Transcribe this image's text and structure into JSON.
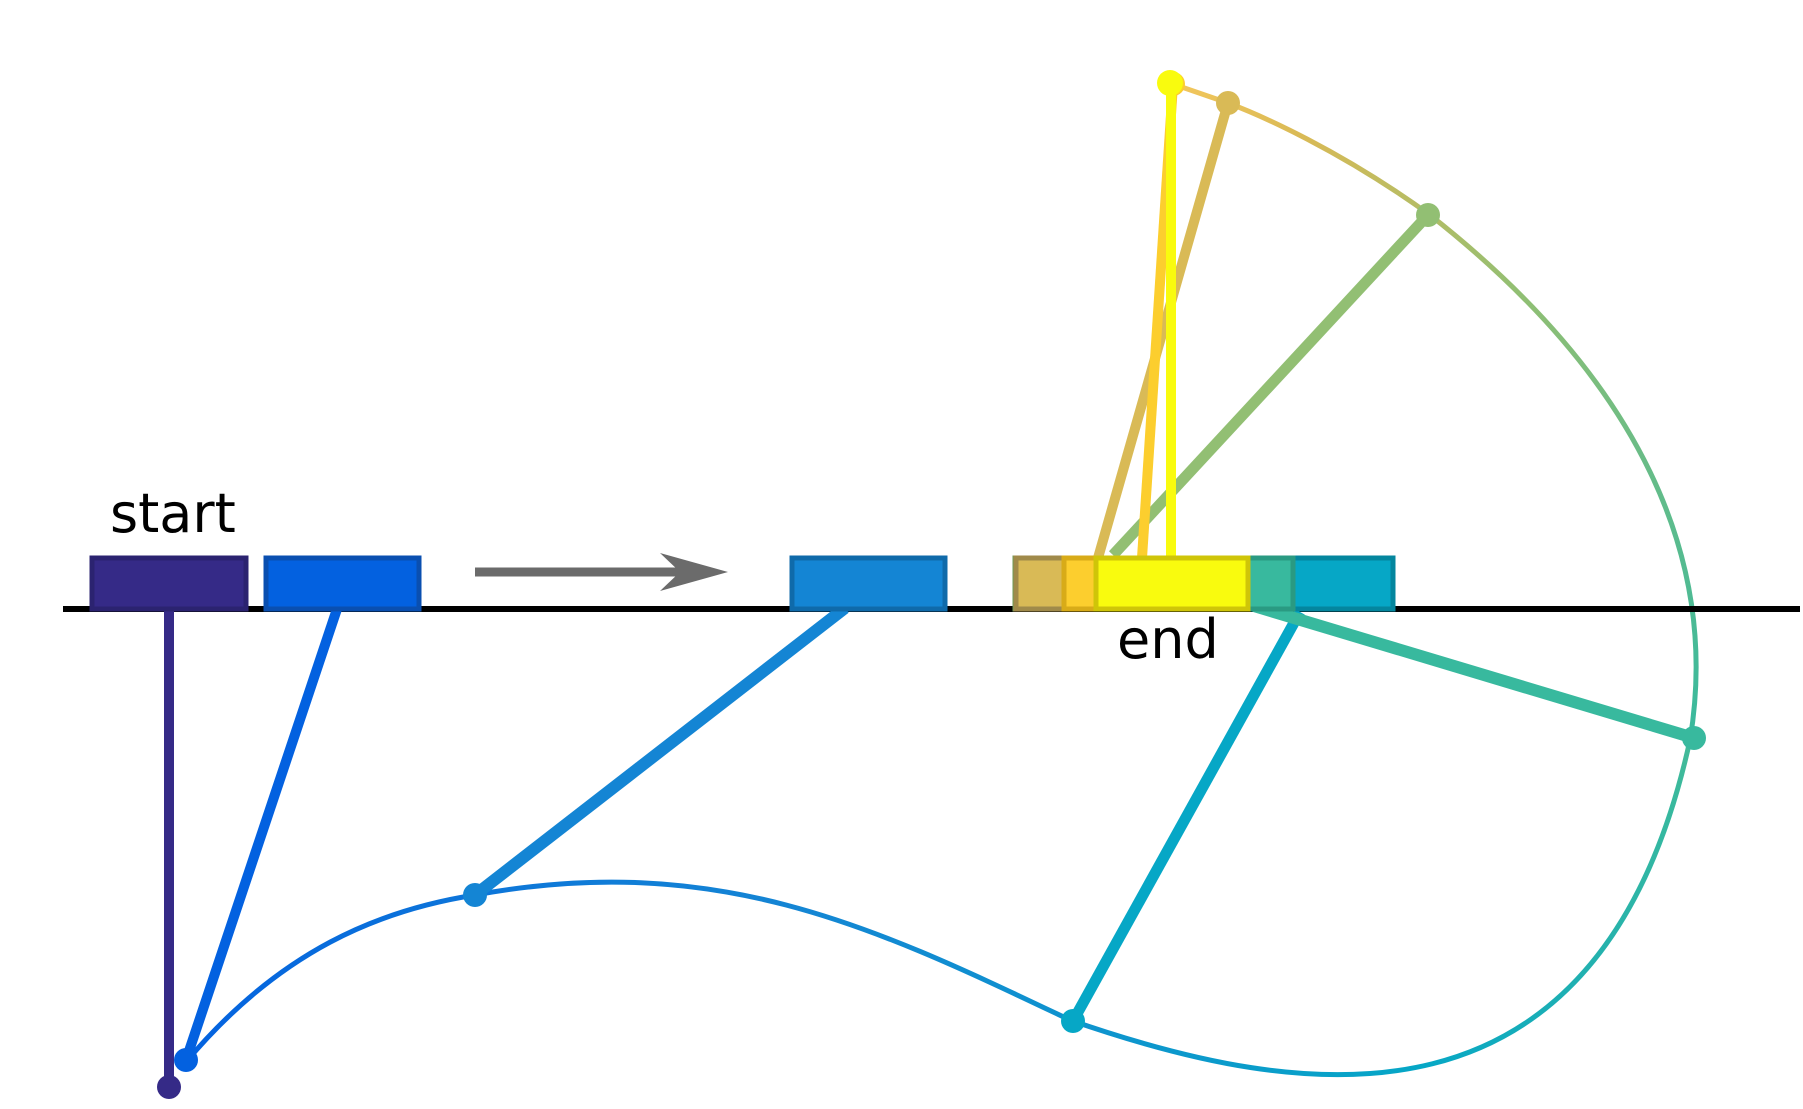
{
  "diagram": {
    "start_label": "start",
    "end_label": "end"
  },
  "colors": {
    "baseline": "#000000",
    "arrow": "#6b6b6b",
    "background": "#ffffff"
  },
  "stages": [
    {
      "id": "stage-1",
      "fill": "#352a87",
      "stroke": "#2b2370"
    },
    {
      "id": "stage-2",
      "fill": "#0361e0",
      "stroke": "#0a4fb0"
    },
    {
      "id": "stage-3",
      "fill": "#1485d4",
      "stroke": "#0f6aaa"
    },
    {
      "id": "stage-4",
      "fill": "#06a7c6",
      "stroke": "#04869e"
    },
    {
      "id": "stage-5",
      "fill": "#38b99e",
      "stroke": "#2a9a82"
    },
    {
      "id": "stage-6",
      "fill": "#92bf73",
      "stroke": "#6f9a55"
    },
    {
      "id": "stage-7",
      "fill": "#d9ba56",
      "stroke": "#b09540"
    },
    {
      "id": "stage-8",
      "fill": "#fcce2e",
      "stroke": "#d8ab18"
    },
    {
      "id": "stage-9",
      "fill": "#f9fb0e",
      "stroke": "#cfc508"
    }
  ]
}
